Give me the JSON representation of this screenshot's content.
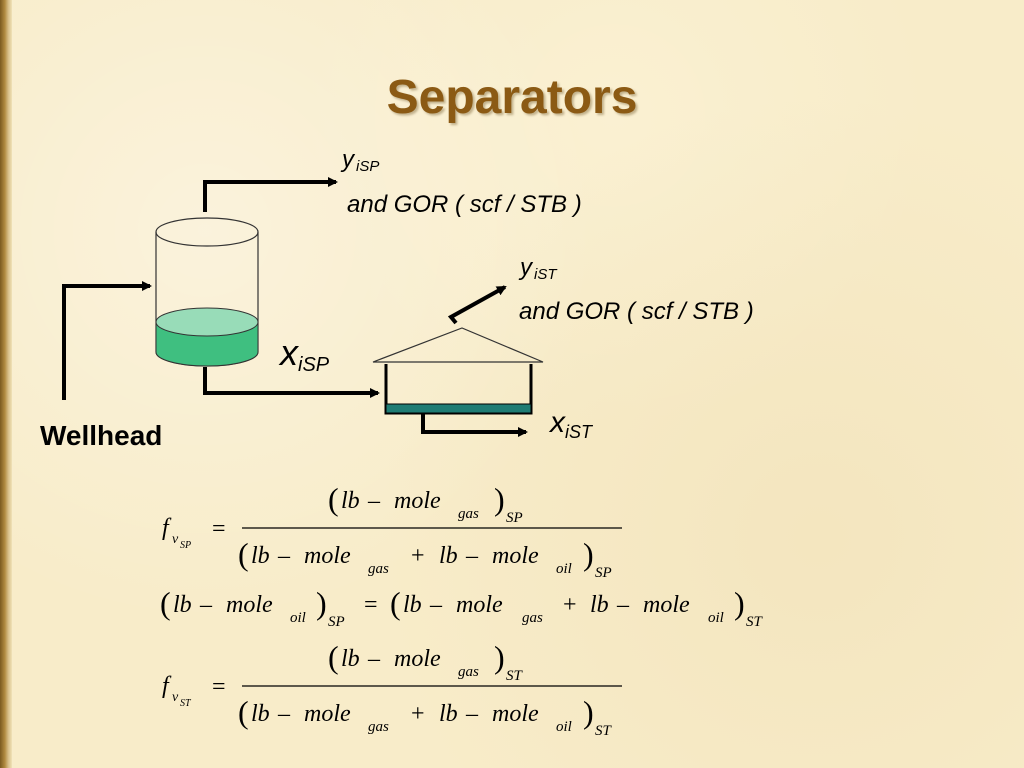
{
  "slide": {
    "title": "Separators",
    "wellhead_label": "Wellhead"
  },
  "diagram": {
    "sep_gas": {
      "var": "y",
      "sub": "iSP",
      "line2": "and  GOR  ( scf / STB )"
    },
    "st_gas": {
      "var": "y",
      "sub": "iST",
      "line2": "and  GOR  ( scf / STB )"
    },
    "sep_liquid": {
      "var": "x",
      "sub": "iSP"
    },
    "st_liquid": {
      "var": "x",
      "sub": "iST"
    },
    "colors": {
      "liquid_separator": "#3fbf80",
      "liquid_separator_top": "#98dcb8",
      "liquid_tank": "#1f7c74",
      "title": "#8b5a14"
    }
  },
  "equations": {
    "eq1": {
      "lhs": "f",
      "lhs_sub": "v",
      "lhs_subsub": "SP",
      "num": {
        "a": "lb",
        "b": "mole",
        "b_sub": "gas",
        "paren_sub": "SP"
      },
      "den": {
        "a": "lb",
        "b": "mole",
        "b_sub": "gas",
        "c": "lb",
        "d": "mole",
        "d_sub": "oil",
        "paren_sub": "SP"
      }
    },
    "eq2": {
      "lhs": {
        "a": "lb",
        "b": "mole",
        "b_sub": "oil",
        "paren_sub": "SP"
      },
      "rhs": {
        "a": "lb",
        "b": "mole",
        "b_sub": "gas",
        "c": "lb",
        "d": "mole",
        "d_sub": "oil",
        "paren_sub": "ST"
      }
    },
    "eq3": {
      "lhs": "f",
      "lhs_sub": "v",
      "lhs_subsub": "ST",
      "num": {
        "a": "lb",
        "b": "mole",
        "b_sub": "gas",
        "paren_sub": "ST"
      },
      "den": {
        "a": "lb",
        "b": "mole",
        "b_sub": "gas",
        "c": "lb",
        "d": "mole",
        "d_sub": "oil",
        "paren_sub": "ST"
      }
    },
    "symbols": {
      "equals": "=",
      "minus": "–",
      "plus": "+"
    }
  }
}
